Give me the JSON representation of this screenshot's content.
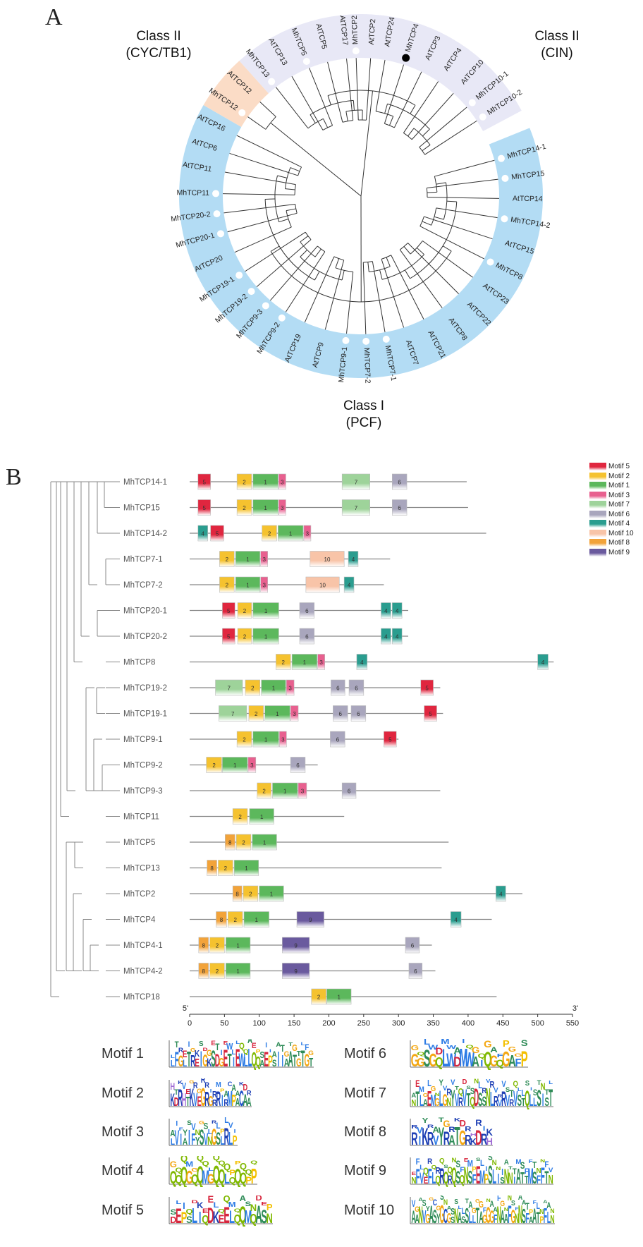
{
  "panel_a": {
    "letter": "A",
    "class_labels": {
      "cyc_line1": "Class II",
      "cyc_line2": "(CYC/TB1)",
      "cin_line1": "Class II",
      "cin_line2": "(CIN)",
      "pcf_line1": "Class I",
      "pcf_line2": "(PCF)"
    },
    "colors": {
      "pcf": "#b3dcf4",
      "cin": "#e8e8f6",
      "cyc": "#fbdcc6",
      "marker": "#ffffff",
      "marker_black": "#000000"
    },
    "leaves": [
      {
        "name": "MhTCP2",
        "angle": -2,
        "group": "cin",
        "marker": "white"
      },
      {
        "name": "AtTCP2",
        "angle": 4,
        "group": "cin"
      },
      {
        "name": "AtTCP24",
        "angle": 10,
        "group": "cin"
      },
      {
        "name": "MhTCP4",
        "angle": 18,
        "group": "cin",
        "marker": "black"
      },
      {
        "name": "AtTCP3",
        "angle": 26,
        "group": "cin"
      },
      {
        "name": "AtTCP4",
        "angle": 34,
        "group": "cin"
      },
      {
        "name": "AtTCP10",
        "angle": 42,
        "group": "cin"
      },
      {
        "name": "MhTCP10-1",
        "angle": 50,
        "group": "cin",
        "marker": "white"
      },
      {
        "name": "MhTCP10-2",
        "angle": 57,
        "group": "cin",
        "marker": "white"
      },
      {
        "name": "MhTCP14-1",
        "angle": 75,
        "group": "pcf",
        "marker": "white"
      },
      {
        "name": "MhTCP15",
        "angle": 83,
        "group": "pcf",
        "marker": "white"
      },
      {
        "name": "AtTCP14",
        "angle": 91,
        "group": "pcf"
      },
      {
        "name": "MhTCP14-2",
        "angle": 99,
        "group": "pcf",
        "marker": "white"
      },
      {
        "name": "AtTCP15",
        "angle": 108,
        "group": "pcf"
      },
      {
        "name": "MhTCP8",
        "angle": 117,
        "group": "pcf",
        "marker": "white"
      },
      {
        "name": "AtTCP23",
        "angle": 126,
        "group": "pcf"
      },
      {
        "name": "AtTCP22",
        "angle": 135,
        "group": "pcf"
      },
      {
        "name": "AtTCP8",
        "angle": 144,
        "group": "pcf"
      },
      {
        "name": "AtTCP21",
        "angle": 153,
        "group": "pcf"
      },
      {
        "name": "AtTCP7",
        "angle": 162,
        "group": "pcf"
      },
      {
        "name": "MhTCP7-1",
        "angle": 170,
        "group": "pcf",
        "marker": "white"
      },
      {
        "name": "MhTCP7-2",
        "angle": 178,
        "group": "pcf",
        "marker": "white"
      },
      {
        "name": "MhTCP9-1",
        "angle": 186,
        "group": "pcf",
        "marker": "white"
      },
      {
        "name": "AtTCP9",
        "angle": 195,
        "group": "pcf"
      },
      {
        "name": "AtTCP19",
        "angle": 204,
        "group": "pcf"
      },
      {
        "name": "MhTCP9-2",
        "angle": 213,
        "group": "pcf",
        "marker": "white"
      },
      {
        "name": "MhTCP9-3",
        "angle": 221,
        "group": "pcf",
        "marker": "white"
      },
      {
        "name": "MhTCP19-2",
        "angle": 229,
        "group": "pcf",
        "marker": "white"
      },
      {
        "name": "MhTCP19-1",
        "angle": 237,
        "group": "pcf",
        "marker": "white"
      },
      {
        "name": "AtTCP20",
        "angle": 246,
        "group": "pcf"
      },
      {
        "name": "MhTCP20-1",
        "angle": 255,
        "group": "pcf",
        "marker": "white"
      },
      {
        "name": "MhTCP20-2",
        "angle": 263,
        "group": "pcf",
        "marker": "white"
      },
      {
        "name": "MhTCP11",
        "angle": 271,
        "group": "pcf",
        "marker": "white"
      },
      {
        "name": "AtTCP11",
        "angle": 280,
        "group": "pcf"
      },
      {
        "name": "AtTCP6",
        "angle": 288,
        "group": "pcf"
      },
      {
        "name": "AtTCP16",
        "angle": 296,
        "group": "pcf"
      },
      {
        "name": "MhTCP12",
        "angle": 305,
        "group": "cyc",
        "marker": "white"
      },
      {
        "name": "AtTCP12",
        "angle": 313,
        "group": "cyc"
      },
      {
        "name": "MhTCP13",
        "angle": 322,
        "group": "cin",
        "marker": "white"
      },
      {
        "name": "AtTCP13",
        "angle": 330,
        "group": "cin"
      },
      {
        "name": "MhTCP5",
        "angle": 338,
        "group": "cin",
        "marker": "white"
      },
      {
        "name": "AtTCP5",
        "angle": 346,
        "group": "cin"
      },
      {
        "name": "AtTCP17",
        "angle": 354,
        "group": "cin"
      }
    ]
  },
  "panel_b": {
    "letter": "B",
    "axis": {
      "start_label": "5'",
      "end_label": "3'",
      "ticks": [
        0,
        50,
        100,
        150,
        200,
        250,
        300,
        350,
        400,
        450,
        500,
        550
      ],
      "range": [
        0,
        550
      ]
    },
    "motif_colors": {
      "1": "#5cb85c",
      "2": "#f5c22f",
      "3": "#e8608f",
      "4": "#2a9d8f",
      "5": "#e0263f",
      "6": "#a9a6bd",
      "7": "#9ed39a",
      "8": "#f2a33a",
      "9": "#6a5a9e",
      "10": "#f8c4a8"
    },
    "legend": [
      {
        "label": "Motif 5",
        "motif": "5"
      },
      {
        "label": "Motif 2",
        "motif": "2"
      },
      {
        "label": "Motif 1",
        "motif": "1"
      },
      {
        "label": "Motif 3",
        "motif": "3"
      },
      {
        "label": "Motif 7",
        "motif": "7"
      },
      {
        "label": "Motif 6",
        "motif": "6"
      },
      {
        "label": "Motif 4",
        "motif": "4"
      },
      {
        "label": "Motif 10",
        "motif": "10"
      },
      {
        "label": "Motif 8",
        "motif": "8"
      },
      {
        "label": "Motif 9",
        "motif": "9"
      }
    ],
    "genes": [
      {
        "name": "MhTCP14-1",
        "length": 398,
        "motifs": [
          {
            "id": "5",
            "start": 12,
            "end": 30
          },
          {
            "id": "2",
            "start": 68,
            "end": 89
          },
          {
            "id": "1",
            "start": 91,
            "end": 127
          },
          {
            "id": "3",
            "start": 128,
            "end": 137
          },
          {
            "id": "7",
            "start": 219,
            "end": 259
          },
          {
            "id": "6",
            "start": 291,
            "end": 312
          }
        ]
      },
      {
        "name": "MhTCP15",
        "length": 400,
        "motifs": [
          {
            "id": "5",
            "start": 12,
            "end": 30
          },
          {
            "id": "2",
            "start": 68,
            "end": 89
          },
          {
            "id": "1",
            "start": 91,
            "end": 127
          },
          {
            "id": "3",
            "start": 128,
            "end": 137
          },
          {
            "id": "7",
            "start": 219,
            "end": 259
          },
          {
            "id": "6",
            "start": 291,
            "end": 312
          }
        ]
      },
      {
        "name": "MhTCP14-2",
        "length": 426,
        "motifs": [
          {
            "id": "4",
            "start": 12,
            "end": 26
          },
          {
            "id": "5",
            "start": 30,
            "end": 49
          },
          {
            "id": "2",
            "start": 104,
            "end": 125
          },
          {
            "id": "1",
            "start": 127,
            "end": 163
          },
          {
            "id": "3",
            "start": 164,
            "end": 174
          }
        ]
      },
      {
        "name": "MhTCP7-1",
        "length": 288,
        "motifs": [
          {
            "id": "2",
            "start": 43,
            "end": 64
          },
          {
            "id": "1",
            "start": 66,
            "end": 101
          },
          {
            "id": "3",
            "start": 102,
            "end": 112
          },
          {
            "id": "10",
            "start": 173,
            "end": 222
          },
          {
            "id": "4",
            "start": 228,
            "end": 242
          }
        ]
      },
      {
        "name": "MhTCP7-2",
        "length": 279,
        "motifs": [
          {
            "id": "2",
            "start": 43,
            "end": 64
          },
          {
            "id": "1",
            "start": 66,
            "end": 101
          },
          {
            "id": "3",
            "start": 102,
            "end": 112
          },
          {
            "id": "10",
            "start": 167,
            "end": 215
          },
          {
            "id": "4",
            "start": 222,
            "end": 236
          }
        ]
      },
      {
        "name": "MhTCP20-1",
        "length": 314,
        "motifs": [
          {
            "id": "5",
            "start": 47,
            "end": 65
          },
          {
            "id": "2",
            "start": 69,
            "end": 89
          },
          {
            "id": "1",
            "start": 91,
            "end": 128
          },
          {
            "id": "6",
            "start": 158,
            "end": 179
          },
          {
            "id": "4",
            "start": 275,
            "end": 289
          },
          {
            "id": "4",
            "start": 291,
            "end": 305
          }
        ]
      },
      {
        "name": "MhTCP20-2",
        "length": 314,
        "motifs": [
          {
            "id": "5",
            "start": 47,
            "end": 65
          },
          {
            "id": "2",
            "start": 69,
            "end": 89
          },
          {
            "id": "1",
            "start": 91,
            "end": 128
          },
          {
            "id": "6",
            "start": 158,
            "end": 179
          },
          {
            "id": "4",
            "start": 275,
            "end": 289
          },
          {
            "id": "4",
            "start": 291,
            "end": 305
          }
        ]
      },
      {
        "name": "MhTCP8",
        "length": 523,
        "motifs": [
          {
            "id": "2",
            "start": 124,
            "end": 145
          },
          {
            "id": "1",
            "start": 147,
            "end": 183
          },
          {
            "id": "3",
            "start": 184,
            "end": 194
          },
          {
            "id": "4",
            "start": 240,
            "end": 255
          },
          {
            "id": "4",
            "start": 500,
            "end": 515
          }
        ]
      },
      {
        "name": "MhTCP19-2",
        "length": 360,
        "motifs": [
          {
            "id": "7",
            "start": 37,
            "end": 76
          },
          {
            "id": "2",
            "start": 80,
            "end": 101
          },
          {
            "id": "1",
            "start": 103,
            "end": 138
          },
          {
            "id": "3",
            "start": 139,
            "end": 150
          },
          {
            "id": "6",
            "start": 203,
            "end": 223
          },
          {
            "id": "6",
            "start": 229,
            "end": 250
          },
          {
            "id": "5",
            "start": 332,
            "end": 350
          }
        ]
      },
      {
        "name": "MhTCP19-1",
        "length": 364,
        "motifs": [
          {
            "id": "7",
            "start": 42,
            "end": 82
          },
          {
            "id": "2",
            "start": 85,
            "end": 106
          },
          {
            "id": "1",
            "start": 108,
            "end": 144
          },
          {
            "id": "3",
            "start": 145,
            "end": 156
          },
          {
            "id": "6",
            "start": 206,
            "end": 227
          },
          {
            "id": "6",
            "start": 232,
            "end": 253
          },
          {
            "id": "5",
            "start": 337,
            "end": 355
          }
        ]
      },
      {
        "name": "MhTCP9-1",
        "length": 300,
        "motifs": [
          {
            "id": "2",
            "start": 68,
            "end": 89
          },
          {
            "id": "1",
            "start": 91,
            "end": 128
          },
          {
            "id": "3",
            "start": 129,
            "end": 139
          },
          {
            "id": "6",
            "start": 202,
            "end": 223
          },
          {
            "id": "5",
            "start": 279,
            "end": 297
          }
        ]
      },
      {
        "name": "MhTCP9-2",
        "length": 184,
        "motifs": [
          {
            "id": "2",
            "start": 24,
            "end": 46
          },
          {
            "id": "1",
            "start": 47,
            "end": 83
          },
          {
            "id": "3",
            "start": 84,
            "end": 95
          },
          {
            "id": "6",
            "start": 145,
            "end": 166
          }
        ]
      },
      {
        "name": "MhTCP9-3",
        "length": 360,
        "motifs": [
          {
            "id": "2",
            "start": 97,
            "end": 117
          },
          {
            "id": "1",
            "start": 119,
            "end": 155
          },
          {
            "id": "3",
            "start": 156,
            "end": 168
          },
          {
            "id": "6",
            "start": 219,
            "end": 239
          }
        ]
      },
      {
        "name": "MhTCP11",
        "length": 222,
        "motifs": [
          {
            "id": "2",
            "start": 62,
            "end": 83
          },
          {
            "id": "1",
            "start": 86,
            "end": 121
          }
        ]
      },
      {
        "name": "MhTCP5",
        "length": 372,
        "motifs": [
          {
            "id": "8",
            "start": 51,
            "end": 65
          },
          {
            "id": "2",
            "start": 67,
            "end": 88
          },
          {
            "id": "1",
            "start": 90,
            "end": 125
          }
        ]
      },
      {
        "name": "MhTCP13",
        "length": 362,
        "motifs": [
          {
            "id": "8",
            "start": 25,
            "end": 39
          },
          {
            "id": "2",
            "start": 41,
            "end": 62
          },
          {
            "id": "1",
            "start": 64,
            "end": 99
          }
        ]
      },
      {
        "name": "MhTCP2",
        "length": 478,
        "motifs": [
          {
            "id": "8",
            "start": 62,
            "end": 75
          },
          {
            "id": "2",
            "start": 77,
            "end": 98
          },
          {
            "id": "1",
            "start": 100,
            "end": 135
          },
          {
            "id": "4",
            "start": 440,
            "end": 454
          }
        ]
      },
      {
        "name": "MhTCP4",
        "length": 434,
        "motifs": [
          {
            "id": "8",
            "start": 38,
            "end": 53
          },
          {
            "id": "2",
            "start": 55,
            "end": 76
          },
          {
            "id": "1",
            "start": 78,
            "end": 114
          },
          {
            "id": "9",
            "start": 154,
            "end": 193
          },
          {
            "id": "4",
            "start": 375,
            "end": 390
          }
        ]
      },
      {
        "name": "MhTCP4-1",
        "length": 348,
        "motifs": [
          {
            "id": "8",
            "start": 13,
            "end": 27
          },
          {
            "id": "2",
            "start": 29,
            "end": 50
          },
          {
            "id": "1",
            "start": 52,
            "end": 87
          },
          {
            "id": "9",
            "start": 133,
            "end": 172
          },
          {
            "id": "6",
            "start": 310,
            "end": 330
          }
        ]
      },
      {
        "name": "MhTCP4-2",
        "length": 353,
        "motifs": [
          {
            "id": "8",
            "start": 13,
            "end": 27
          },
          {
            "id": "2",
            "start": 29,
            "end": 50
          },
          {
            "id": "1",
            "start": 52,
            "end": 87
          },
          {
            "id": "9",
            "start": 133,
            "end": 172
          },
          {
            "id": "6",
            "start": 315,
            "end": 334
          }
        ]
      },
      {
        "name": "MhTCP18",
        "length": 441,
        "motifs": [
          {
            "id": "2",
            "start": 175,
            "end": 196
          },
          {
            "id": "1",
            "start": 197,
            "end": 232
          }
        ]
      }
    ]
  },
  "motif_logos": [
    {
      "label": "Motif 1",
      "seq": "LFGLTREIGKSDGETIEWLLQQAEPSIIAATGTGT"
    },
    {
      "label": "Motif 2",
      "seq": "KDRHTKVEGRGRRIRMPACAA"
    },
    {
      "label": "Motif 3",
      "seq": "LVIAIFYSVNGSLRLP"
    },
    {
      "label": "Motif 4",
      "seq": "QQQGQQMGQQLQQQPP"
    },
    {
      "label": "Motif 5",
      "seq": "DEPSLIQDKEELQQMQASN"
    },
    {
      "label": "Motif 6",
      "seq": "GGSGQLWDMWAIQGQGAFP"
    },
    {
      "label": "Motif 7",
      "seq": "NTLAEMGLGNYVRVTQDSSNLRVRVRVSTQLLSIST"
    },
    {
      "label": "Motif 8",
      "seq": "RIKRVYRATGRKDRH"
    },
    {
      "label": "Motif 9",
      "seq": "NFVEFLQRQRQSQNSFEMPSLISNNIATTMSFFTN"
    },
    {
      "label": "Motif 10",
      "seq": "AANVGASYGCGSNASSLLTAGGGFNAAFGNNSFAATPFLN"
    }
  ]
}
